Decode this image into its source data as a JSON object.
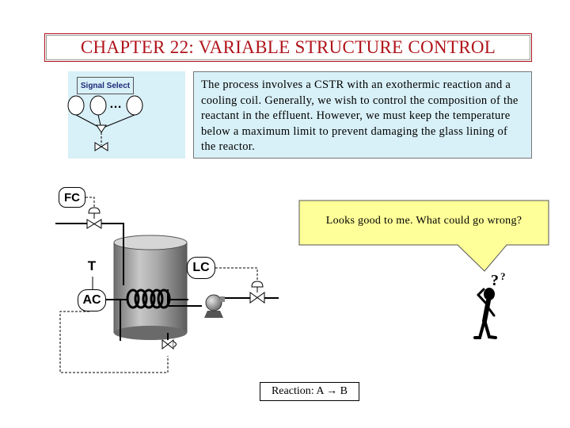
{
  "title": "CHAPTER 22: VARIABLE STRUCTURE CONTROL",
  "signal_select": {
    "label": "Signal Select",
    "dots": "…"
  },
  "description": "The process involves a CSTR with an exothermic reaction and a cooling coil.  Generally, we wish to control the composition of the reactant in the effluent.  However, we must keep the temperature below a maximum limit to prevent damaging the glass lining of the reactor.",
  "speech": "Looks good to me.  What could go wrong?",
  "instruments": {
    "fc": "FC",
    "t": "T",
    "ac": "AC",
    "lc": "LC"
  },
  "reaction": "Reaction: A → B",
  "colors": {
    "title": "#b0141a",
    "panel": "#d8f0f7",
    "callout": "#ffff99",
    "reactor": "#8f8f8f"
  },
  "icons": [
    "signal-select-icon",
    "valve-icon",
    "pump-icon",
    "cooling-coil-icon",
    "thinking-person-icon"
  ]
}
